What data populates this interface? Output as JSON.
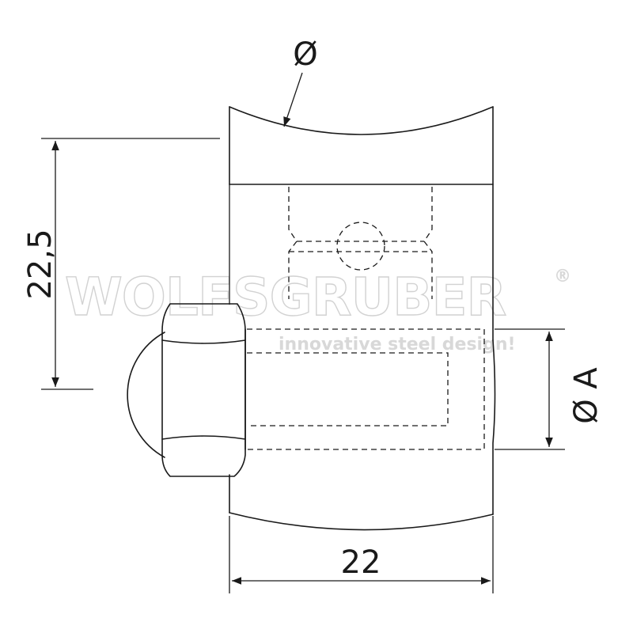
{
  "dimensions": {
    "diameter_symbol": "Ø",
    "height": "22,5",
    "width": "22",
    "bore_diameter": "Ø A"
  },
  "watermark": {
    "brand": "WOLFSGRUBER",
    "registered": "®",
    "tagline": "innovative steel design!"
  }
}
